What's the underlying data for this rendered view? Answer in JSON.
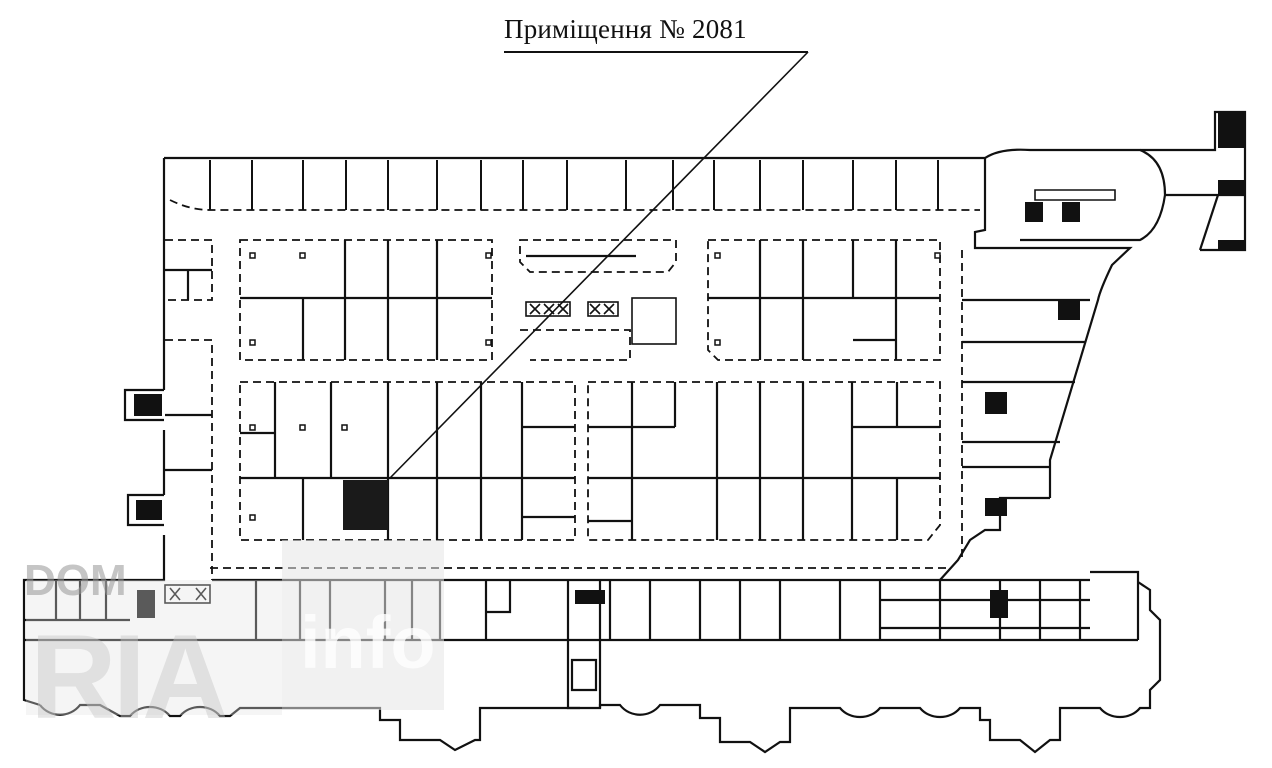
{
  "label": {
    "text": "Приміщення № 2081",
    "room_number": "2081"
  },
  "highlighted_room": {
    "id": "2081",
    "fill": "#1a1a1a"
  },
  "watermark": {
    "line1": "DOM",
    "line2": "RIA",
    "line3": "info"
  },
  "colors": {
    "line": "#111111",
    "background": "#ffffff",
    "watermark": "#969696"
  }
}
